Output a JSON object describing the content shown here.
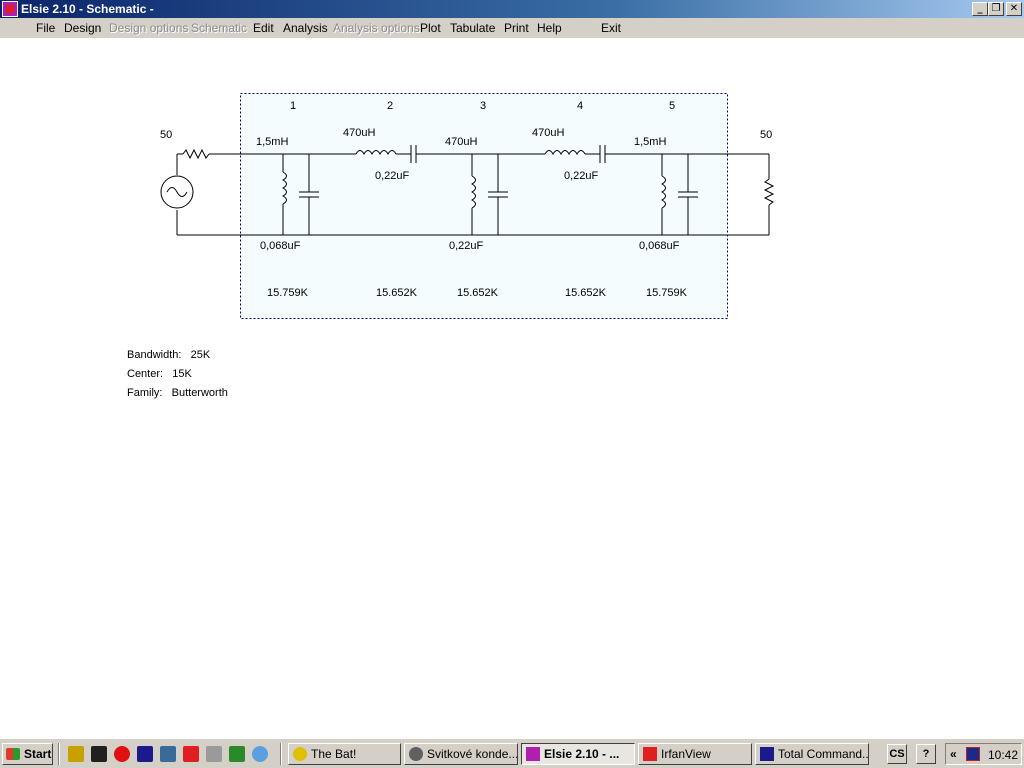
{
  "window": {
    "title": "Elsie 2.10 - Schematic -",
    "minimize_glyph": "_",
    "restore_glyph": "❐",
    "close_glyph": "✕"
  },
  "menu": {
    "items": [
      {
        "label": "File",
        "enabled": true
      },
      {
        "label": "Design",
        "enabled": true
      },
      {
        "label": "Design options",
        "enabled": false
      },
      {
        "label": "Schematic",
        "enabled": false
      },
      {
        "label": "Edit",
        "enabled": true
      },
      {
        "label": "Analysis",
        "enabled": true
      },
      {
        "label": "Analysis options",
        "enabled": false
      },
      {
        "label": "Plot",
        "enabled": true
      },
      {
        "label": "Tabulate",
        "enabled": true
      },
      {
        "label": "Print",
        "enabled": true
      },
      {
        "label": "Help",
        "enabled": true
      },
      {
        "label": "Exit",
        "enabled": true
      }
    ]
  },
  "schematic": {
    "source_impedance": "50",
    "load_impedance": "50",
    "sections": [
      "1",
      "2",
      "3",
      "4",
      "5"
    ],
    "components": {
      "sec1_inductor": "1,5mH",
      "sec1_capacitor": "0,068uF",
      "sec2_inductor": "470uH",
      "sec2_capacitor": "0,22uF",
      "sec3_inductor": "470uH",
      "sec3_capacitor": "0,22uF",
      "sec4_inductor": "470uH",
      "sec4_capacitor": "0,22uF",
      "sec5_inductor": "1,5mH",
      "sec5_capacitor": "0,068uF"
    },
    "resonances": [
      "15.759K",
      "15.652K",
      "15.652K",
      "15.652K",
      "15.759K"
    ]
  },
  "info": {
    "bandwidth_label": "Bandwidth:",
    "bandwidth_value": "25K",
    "center_label": "Center:",
    "center_value": "15K",
    "family_label": "Family:",
    "family_value": "Butterworth"
  },
  "taskbar": {
    "start_label": "Start",
    "tasks": [
      {
        "label": "The Bat!",
        "active": false
      },
      {
        "label": "Svitkové konde...",
        "active": false
      },
      {
        "label": "Elsie 2.10 - ...",
        "active": true
      },
      {
        "label": "IrfanView",
        "active": false
      },
      {
        "label": "Total Command...",
        "active": false
      }
    ],
    "lang_label": "CS",
    "help_label": "?",
    "tray_arrows": "«",
    "clock": "10:42"
  },
  "colors": {
    "section_box_fill": "#f4fcfe",
    "section_box_border": "#000080",
    "title_gradient_start": "#0a246a"
  }
}
